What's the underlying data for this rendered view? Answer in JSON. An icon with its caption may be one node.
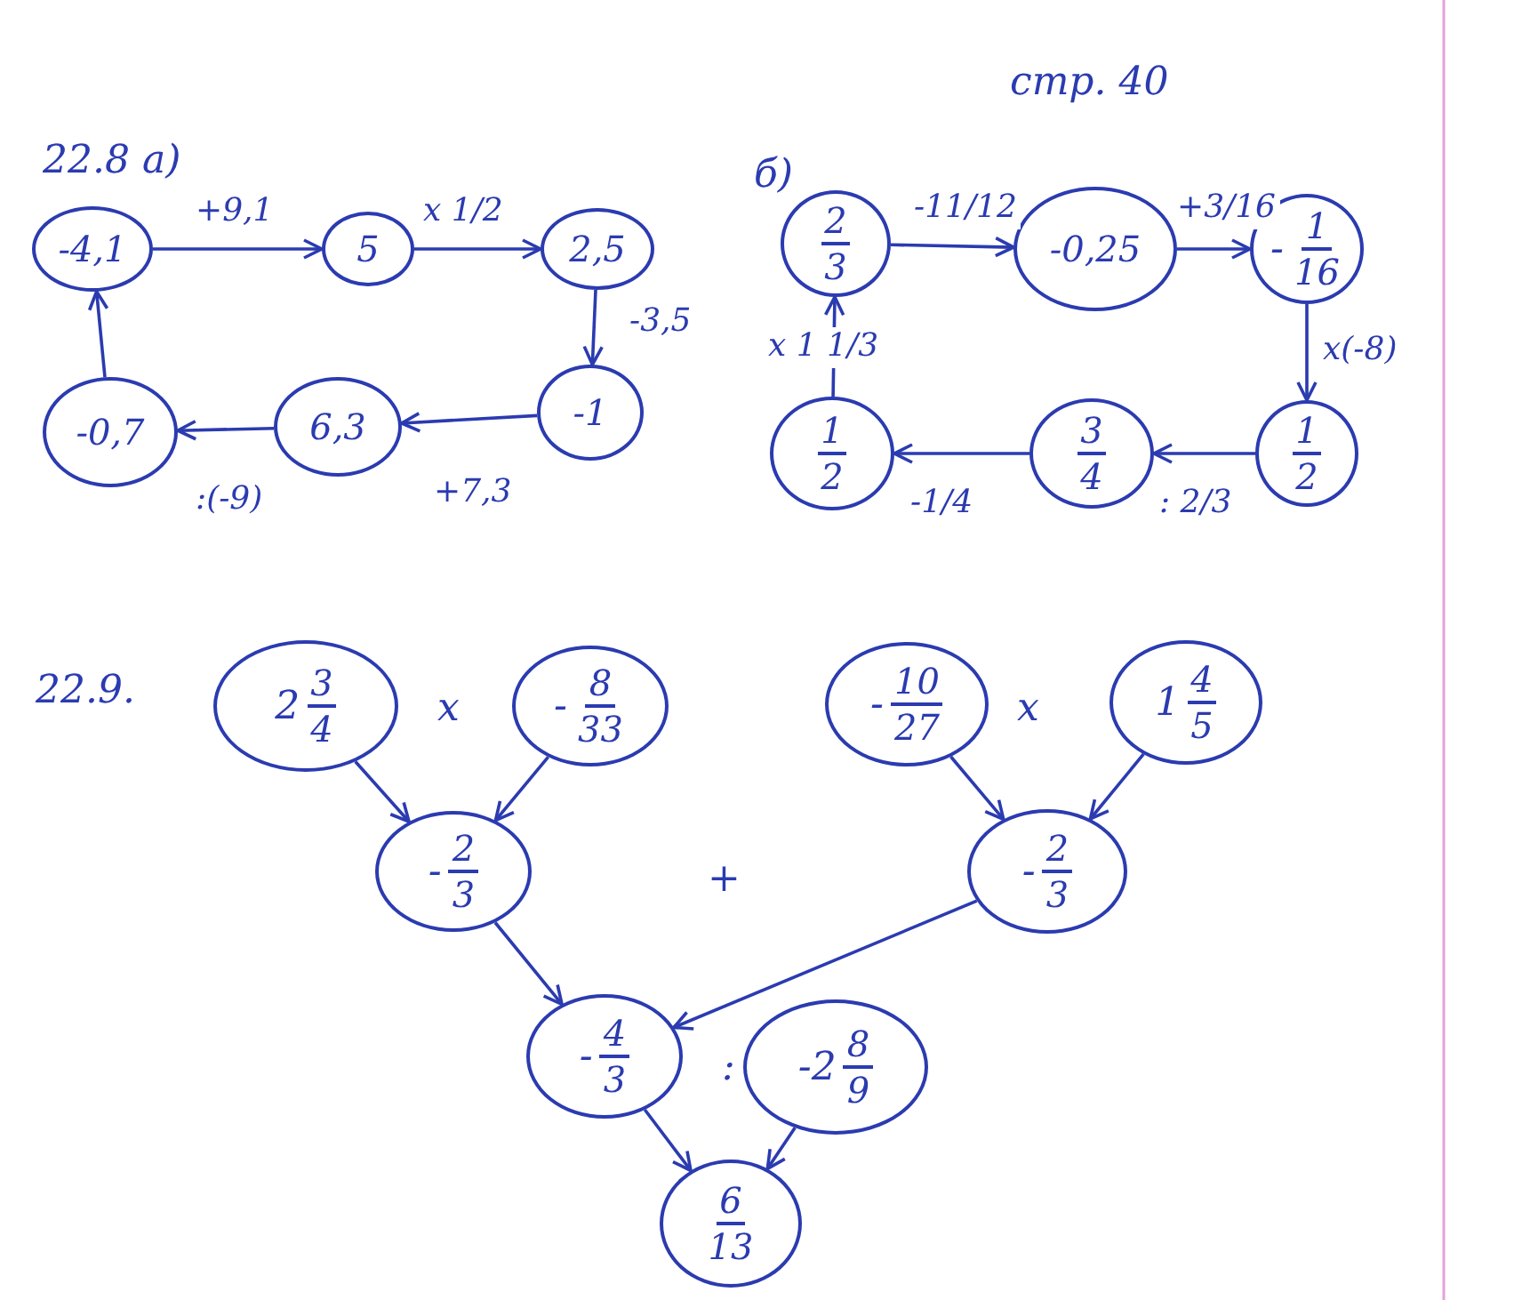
{
  "diagram": {
    "nodes": [
      {
        "text": [
          "-4,1"
        ]
      },
      {
        "text": [
          "5"
        ]
      },
      {
        "text": [
          "2,5"
        ]
      },
      {
        "text": [
          "-1"
        ]
      },
      {
        "text": [
          "6,3"
        ]
      },
      {
        "text": [
          "-0,7"
        ]
      },
      {
        "text": [
          "2",
          "3"
        ]
      },
      {
        "text": [
          "-0,25"
        ]
      },
      {
        "text": [
          "-",
          "1",
          "16"
        ]
      },
      {
        "text": [
          "1",
          "2"
        ]
      },
      {
        "text": [
          "3",
          "4"
        ]
      },
      {
        "text": [
          "1",
          "2"
        ]
      },
      {
        "text": [
          "2",
          "3",
          "4"
        ]
      },
      {
        "text": [
          "-",
          "8",
          "33"
        ]
      },
      {
        "text": [
          "-",
          "10",
          "27"
        ]
      },
      {
        "text": [
          "1",
          "4",
          "5"
        ]
      },
      {
        "text": [
          "-",
          "2",
          "3"
        ]
      },
      {
        "text": [
          "-",
          "2",
          "3"
        ]
      },
      {
        "text": [
          "-",
          "4",
          "3"
        ]
      },
      {
        "text": [
          "-2",
          "8",
          "9"
        ]
      },
      {
        "text": [
          "6",
          "13"
        ]
      }
    ],
    "edges": [
      {
        "from": 0,
        "to": 1,
        "arrow": "to",
        "label": "+9,1"
      },
      {
        "from": 1,
        "to": 2,
        "arrow": "to",
        "label": "x 1/2"
      },
      {
        "from": 2,
        "to": 3,
        "arrow": "to",
        "label": "-3,5"
      },
      {
        "from": 3,
        "to": 4,
        "arrow": "to",
        "label": "+7,3"
      },
      {
        "from": 4,
        "to": 5,
        "arrow": "to",
        "label": ":(-9)"
      },
      {
        "from": 5,
        "to": 0,
        "arrow": "to"
      },
      {
        "from": 6,
        "to": 7,
        "arrow": "to",
        "label": "-11/12"
      },
      {
        "from": 7,
        "to": 8,
        "arrow": "to",
        "label": "+3/16"
      },
      {
        "from": 8,
        "to": 9,
        "arrow": "to",
        "label": "x(-8)"
      },
      {
        "from": 9,
        "to": 10,
        "arrow": "to",
        "label": ": 2/3"
      },
      {
        "from": 10,
        "to": 11,
        "arrow": "to",
        "label": "-1/4"
      },
      {
        "from": 11,
        "to": 6,
        "arrow": "to",
        "label": "x 1 1/3"
      },
      {
        "from": 12,
        "to": 16,
        "arrow": "to"
      },
      {
        "from": 13,
        "to": 16,
        "arrow": "to"
      },
      {
        "from": 14,
        "to": 17,
        "arrow": "to"
      },
      {
        "from": 15,
        "to": 17,
        "arrow": "to"
      },
      {
        "from": 16,
        "to": 18,
        "arrow": "to"
      },
      {
        "from": 17,
        "to": 18,
        "arrow": "to"
      },
      {
        "from": 18,
        "to": 20,
        "arrow": "to"
      },
      {
        "from": 19,
        "to": 20,
        "arrow": "to"
      }
    ],
    "labels": [
      "22.8 а)",
      "стр. 40",
      "б)",
      "22.9.",
      "x",
      "x",
      "+",
      ":"
    ]
  }
}
